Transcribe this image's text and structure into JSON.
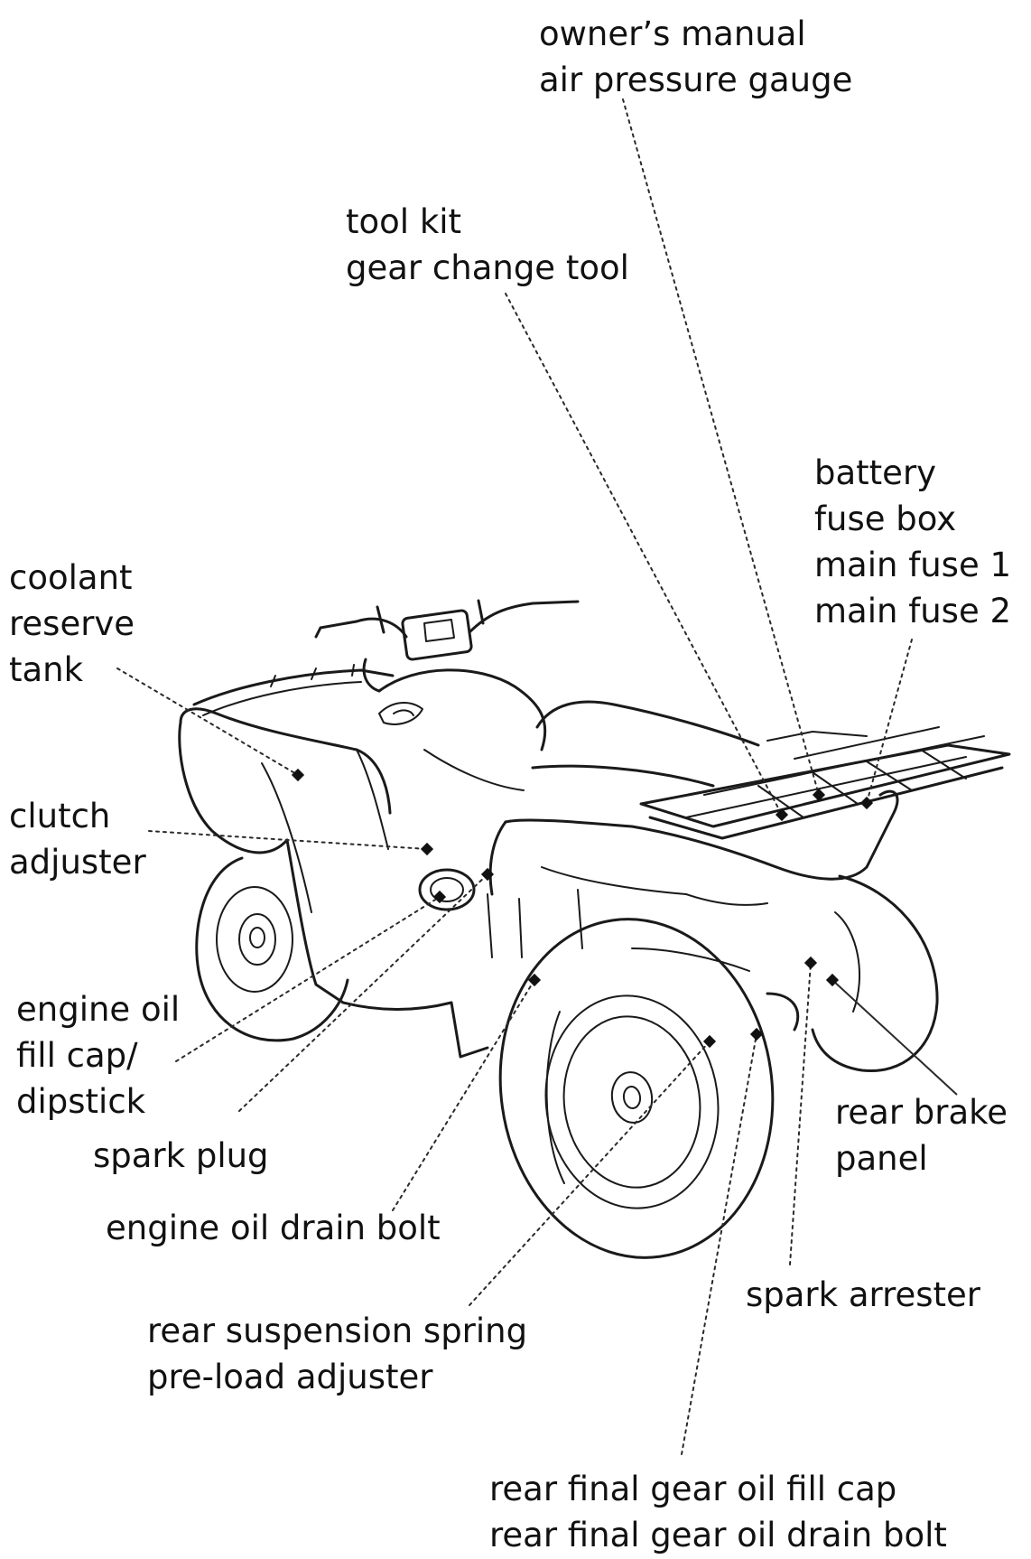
{
  "labels": {
    "owners_manual": [
      "owner’s manual",
      "air pressure gauge"
    ],
    "tool_kit": [
      "tool kit",
      "gear change tool"
    ],
    "battery": [
      "battery",
      "fuse box",
      "main fuse 1",
      "main fuse 2"
    ],
    "coolant": [
      "coolant",
      "reserve",
      "tank"
    ],
    "clutch": [
      "clutch",
      "adjuster"
    ],
    "engine_oil_fill": [
      "engine oil",
      "fill cap/",
      "dipstick"
    ],
    "spark_plug": [
      "spark plug"
    ],
    "engine_oil_drain": [
      "engine oil drain bolt"
    ],
    "rear_brake": [
      "rear brake",
      "panel"
    ],
    "spark_arrester": [
      "spark arrester"
    ],
    "rear_suspension": [
      "rear suspension spring",
      "pre-load adjuster"
    ],
    "rear_final_gear": [
      "rear final gear oil fill cap",
      "rear final gear oil drain bolt"
    ]
  },
  "colors": {
    "ink": "#111111",
    "background": "#ffffff"
  }
}
